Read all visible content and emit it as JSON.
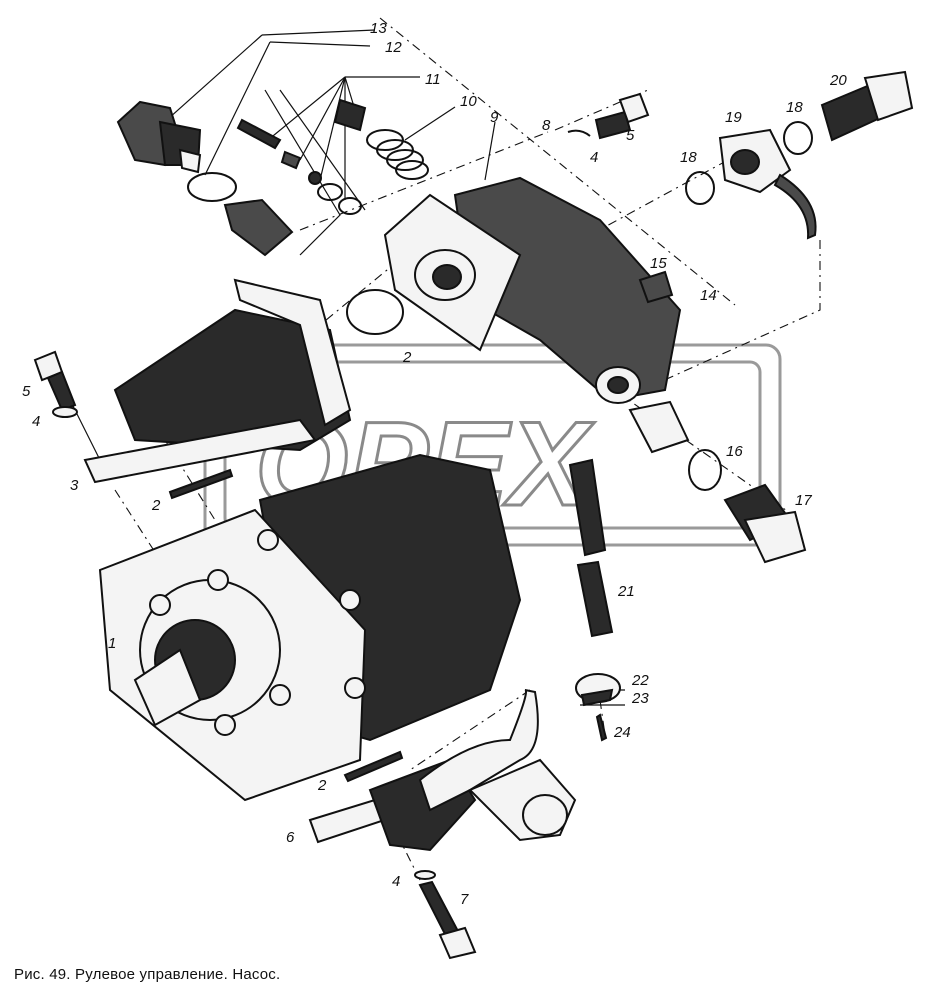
{
  "caption": "Рис. 49. Рулевое управление. Насос.",
  "watermark": {
    "text": "OPEX"
  },
  "callouts": [
    {
      "id": "1",
      "text": "1"
    },
    {
      "id": "2a",
      "text": "2"
    },
    {
      "id": "2b",
      "text": "2"
    },
    {
      "id": "2c",
      "text": "2"
    },
    {
      "id": "3",
      "text": "3"
    },
    {
      "id": "4a",
      "text": "4"
    },
    {
      "id": "4b",
      "text": "4"
    },
    {
      "id": "4c",
      "text": "4"
    },
    {
      "id": "5a",
      "text": "5"
    },
    {
      "id": "5b",
      "text": "5"
    },
    {
      "id": "6",
      "text": "6"
    },
    {
      "id": "7",
      "text": "7"
    },
    {
      "id": "8",
      "text": "8"
    },
    {
      "id": "9",
      "text": "9"
    },
    {
      "id": "10",
      "text": "10"
    },
    {
      "id": "11",
      "text": "11"
    },
    {
      "id": "12",
      "text": "12"
    },
    {
      "id": "13",
      "text": "13"
    },
    {
      "id": "14",
      "text": "14"
    },
    {
      "id": "15",
      "text": "15"
    },
    {
      "id": "16",
      "text": "16"
    },
    {
      "id": "17",
      "text": "17"
    },
    {
      "id": "18a",
      "text": "18"
    },
    {
      "id": "18b",
      "text": "18"
    },
    {
      "id": "19",
      "text": "19"
    },
    {
      "id": "20",
      "text": "20"
    },
    {
      "id": "21",
      "text": "21"
    },
    {
      "id": "22",
      "text": "22"
    },
    {
      "id": "23",
      "text": "23"
    },
    {
      "id": "24",
      "text": "24"
    }
  ]
}
